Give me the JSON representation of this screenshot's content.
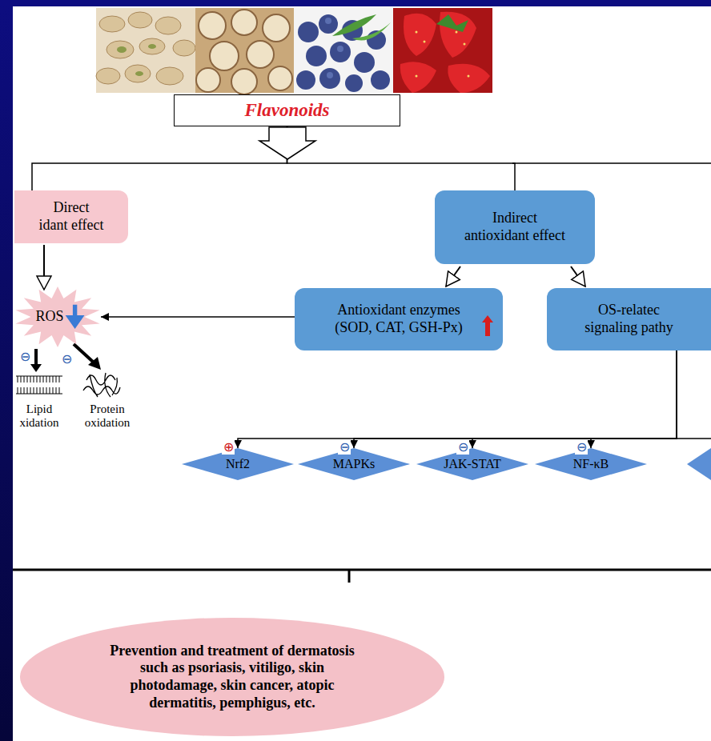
{
  "diagram": {
    "nodes": [
      {
        "text": [
          "Flavonoids"
        ]
      },
      {
        "text": [
          "Direct idant effect"
        ]
      },
      {
        "text": [
          "Indirect antioxidant effect"
        ]
      },
      {
        "text": [
          "ROS"
        ]
      },
      {
        "text": [
          "Antioxidant enzymes (SOD, CAT, GSH-Px)"
        ]
      },
      {
        "text": [
          "OS-relatec signaling pathy"
        ]
      },
      {
        "text": [
          "Nrf2"
        ]
      },
      {
        "text": [
          "MAPKs"
        ]
      },
      {
        "text": [
          "JAK-STAT"
        ]
      },
      {
        "text": [
          "NF-κB"
        ]
      },
      {
        "text": [
          "Prevention and treatment of dermatosis such as psoriasis, vitiligo, skin photodamage, skin cancer, atopic dermatitis, pemphigus, etc."
        ]
      }
    ],
    "edges": [
      {
        "from": 0,
        "to": 1,
        "arrow": "none"
      },
      {
        "from": 0,
        "to": 2,
        "arrow": "none"
      },
      {
        "from": 1,
        "to": 3,
        "arrow": "to"
      },
      {
        "from": 2,
        "to": 4,
        "arrow": "to"
      },
      {
        "from": 2,
        "to": 5,
        "arrow": "to"
      },
      {
        "from": 4,
        "to": 3,
        "arrow": "to"
      },
      {
        "from": 5,
        "to": 6,
        "label": "⊕",
        "arrow": "to"
      },
      {
        "from": 5,
        "to": 7,
        "label": "⊖",
        "arrow": "to"
      },
      {
        "from": 5,
        "to": 8,
        "label": "⊖",
        "arrow": "to"
      },
      {
        "from": 5,
        "to": 9,
        "label": "⊖",
        "arrow": "to"
      }
    ],
    "labels": [
      "⊖",
      "⊖",
      "Lipid xidation",
      "Protein oxidation"
    ]
  }
}
